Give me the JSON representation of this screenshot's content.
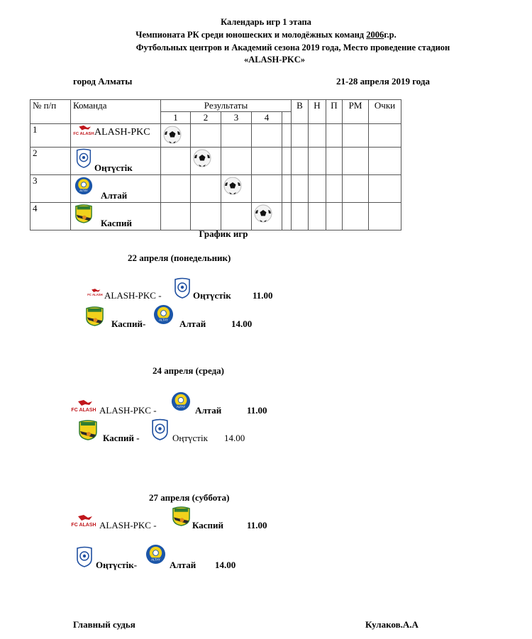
{
  "header": {
    "line1": "Календарь игр 1 этапа",
    "line2_a": "Чемпионата РК  среди юношеских и молодёжных команд ",
    "line2_year": "2006",
    "line2_b": "г.р.",
    "line3": "Футбольных центров и Академий сезона 2019 года, Место проведение стадион",
    "line4": "«ALASH-PKC»",
    "city": "город Алматы",
    "dates": "21-28 апреля   2019 года"
  },
  "table": {
    "col_num": "№ п/п",
    "col_team": "Команда",
    "col_results": "Результаты",
    "result_cols": [
      "1",
      "2",
      "3",
      "4"
    ],
    "col_w": "В",
    "col_d": "Н",
    "col_l": "П",
    "col_gd": "РМ",
    "col_pts": "Очки",
    "rows": [
      {
        "num": "1",
        "team": "ALASH-PKC",
        "logo": "alash",
        "logo_text": "FC ALASH"
      },
      {
        "num": "2",
        "team": "Оңтүстік",
        "logo": "ontustik"
      },
      {
        "num": "3",
        "team": "Алтай",
        "logo": "altay",
        "logo_text": "ALTAY"
      },
      {
        "num": "4",
        "team": "Каспий",
        "logo": "kaspiy"
      }
    ]
  },
  "schedule_title": "График игр",
  "days": [
    {
      "date": "22 апреля (понедельник)",
      "matches": [
        {
          "home": "ALASH-PKC -",
          "away": "Оңтүстік",
          "time": "11.00"
        },
        {
          "home": "Каспий-",
          "away": "Алтай",
          "time": "14.00"
        }
      ]
    },
    {
      "date": "24 апреля (среда)",
      "matches": [
        {
          "home": "ALASH-PKC -",
          "away": "Алтай",
          "time": "11.00"
        },
        {
          "home": "Каспий -",
          "away": "Оңтүстік",
          "time": "14.00"
        }
      ]
    },
    {
      "date": "27 апреля (суббота)",
      "matches": [
        {
          "home": "ALASH-PKC -",
          "away": "Каспий",
          "time": "11.00"
        },
        {
          "home": "Оңтүстік-",
          "away": "Алтай",
          "time": "14.00"
        }
      ]
    }
  ],
  "footer": {
    "referee_label": "Главный судья",
    "referee_name": "Кулаков.А.А"
  }
}
